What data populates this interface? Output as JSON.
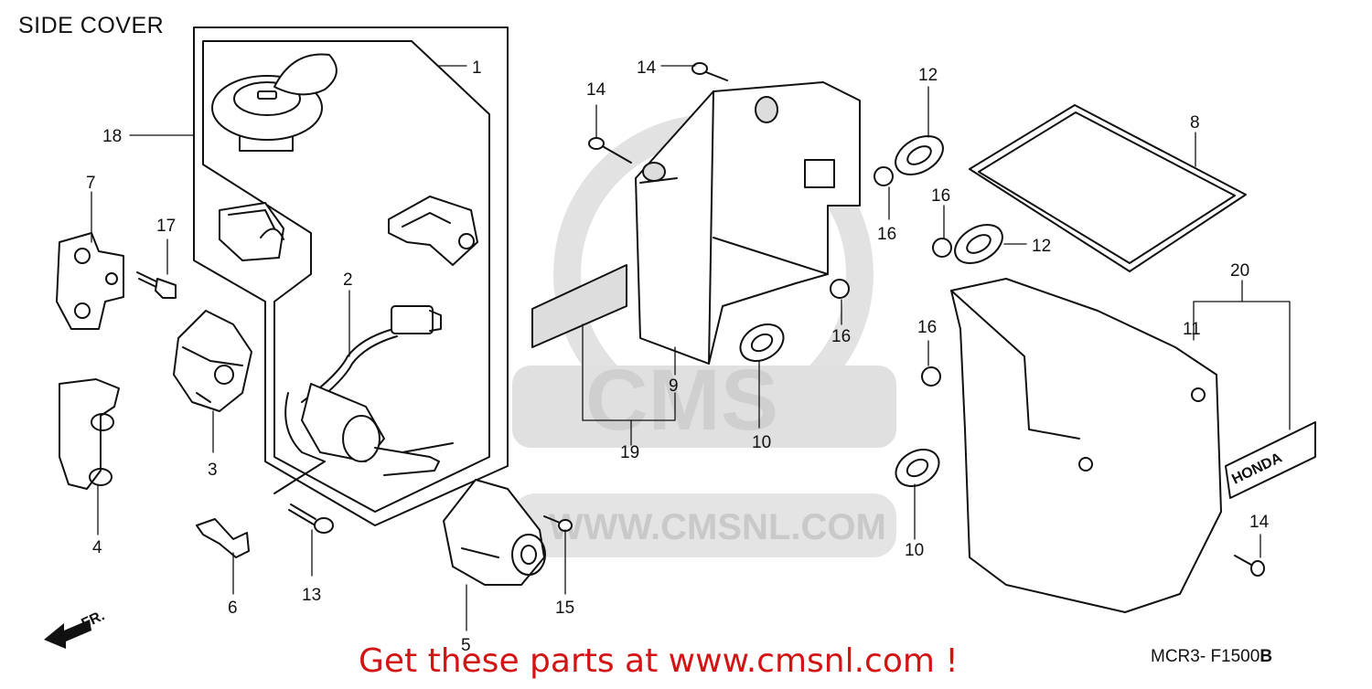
{
  "diagram": {
    "title": "SIDE COVER",
    "promo_text": "Get these parts at www.cmsnl.com !",
    "drawing_code": "MCR3- F1500",
    "drawing_code_suffix": "B",
    "front_marker": "FR.",
    "watermark_brand": "CMS",
    "watermark_url": "WWW.CMSNL.COM",
    "emblem_text": "HONDA",
    "callouts": [
      "1",
      "2",
      "3",
      "4",
      "5",
      "6",
      "7",
      "8",
      "9",
      "10",
      "10",
      "11",
      "12",
      "12",
      "13",
      "14",
      "14",
      "14",
      "15",
      "16",
      "16",
      "16",
      "16",
      "17",
      "18",
      "19",
      "20"
    ]
  },
  "colors": {
    "promo": "#d21414",
    "watermark": "#d8d8d8",
    "line": "#111111"
  }
}
